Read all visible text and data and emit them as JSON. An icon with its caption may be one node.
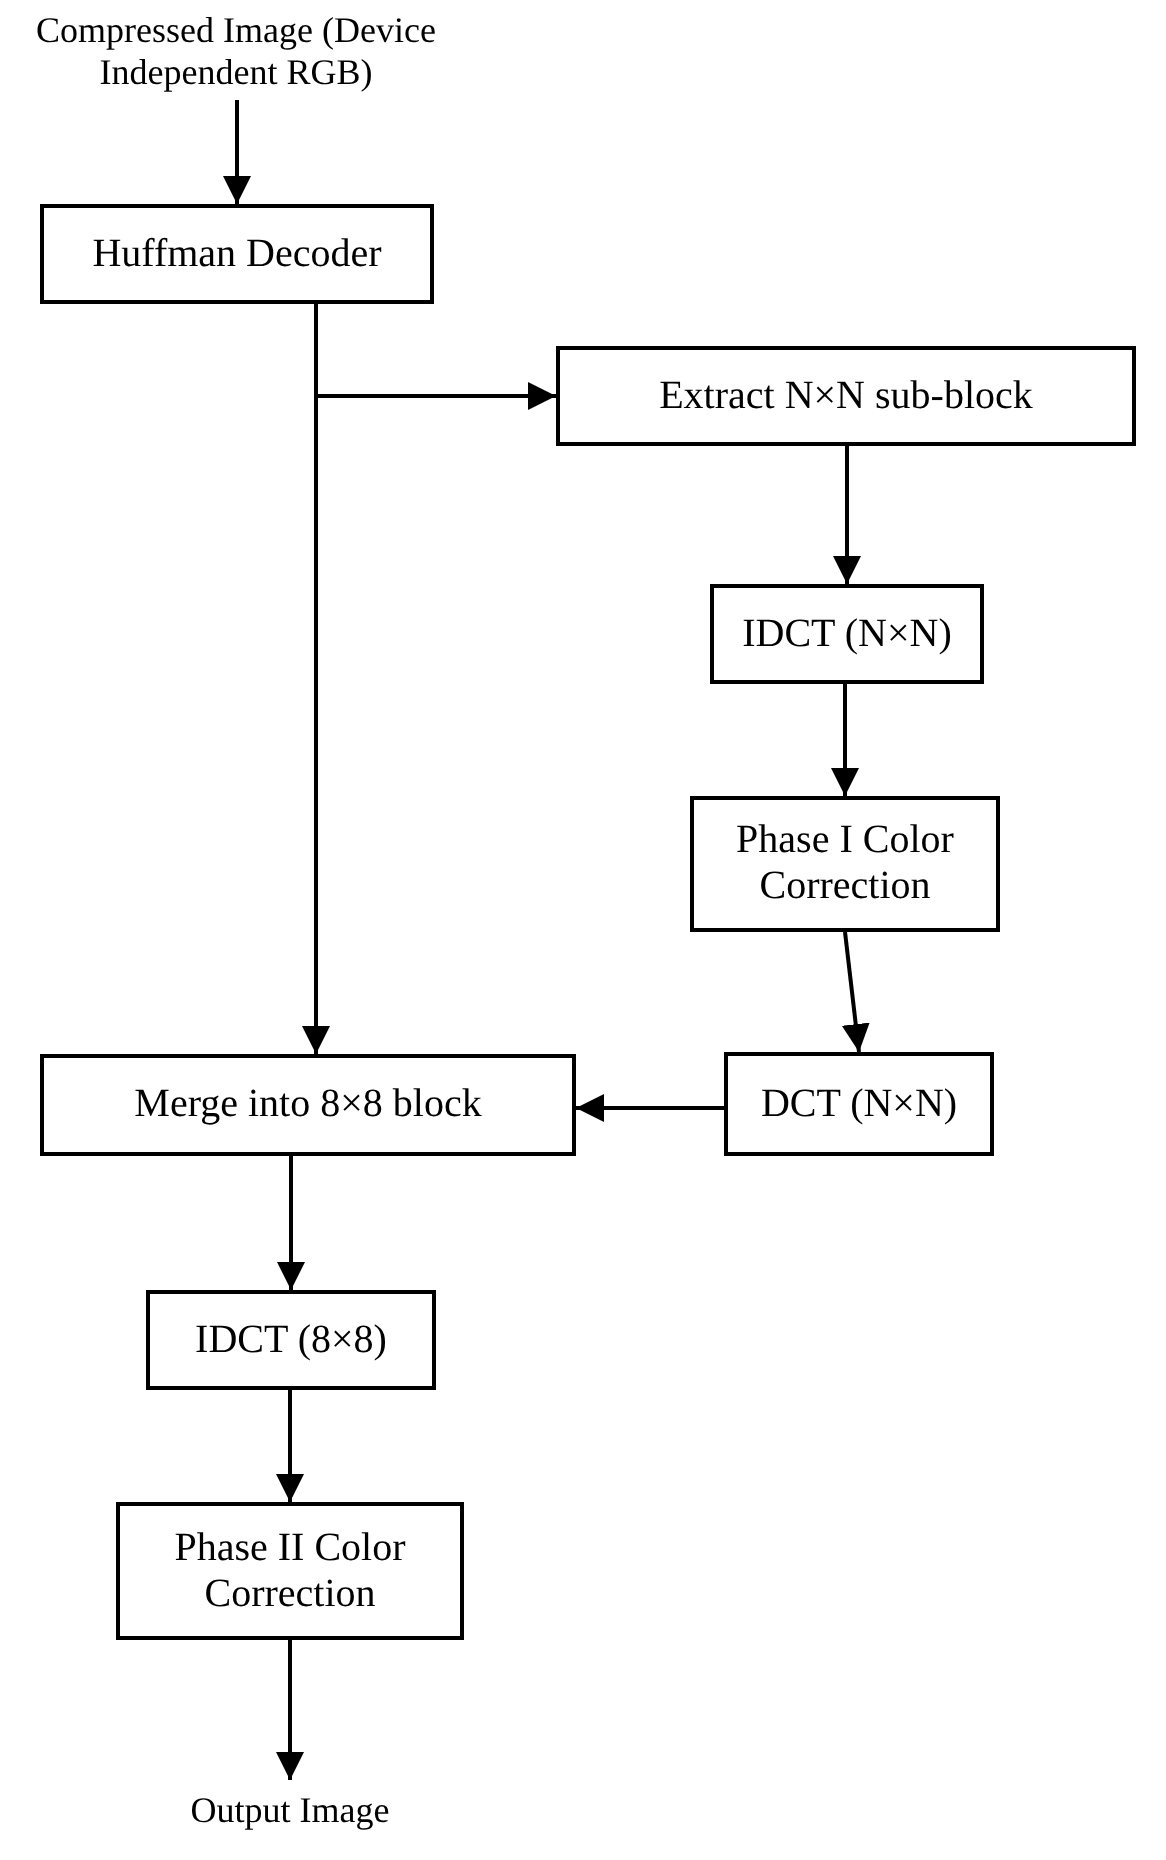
{
  "diagram": {
    "nodes": [
      {
        "text": [
          "Compressed Image (Device Independent RGB)"
        ]
      },
      {
        "text": [
          "Huffman Decoder"
        ]
      },
      {
        "text": [
          "Extract N×N sub-block"
        ]
      },
      {
        "text": [
          "IDCT (N×N)"
        ]
      },
      {
        "text": [
          "Phase I Color Correction"
        ]
      },
      {
        "text": [
          "DCT (N×N)"
        ]
      },
      {
        "text": [
          "Merge into 8×8 block"
        ]
      },
      {
        "text": [
          "IDCT (8×8)"
        ]
      },
      {
        "text": [
          "Phase II Color Correction"
        ]
      },
      {
        "text": [
          "Output Image"
        ]
      }
    ],
    "edges": [
      {
        "from": 0,
        "to": 1,
        "arrow": "to"
      },
      {
        "from": 1,
        "to": 2,
        "arrow": "to"
      },
      {
        "from": 1,
        "to": 6,
        "arrow": "to"
      },
      {
        "from": 2,
        "to": 3,
        "arrow": "to"
      },
      {
        "from": 3,
        "to": 4,
        "arrow": "to"
      },
      {
        "from": 4,
        "to": 5,
        "arrow": "to"
      },
      {
        "from": 5,
        "to": 6,
        "arrow": "to"
      },
      {
        "from": 6,
        "to": 7,
        "arrow": "to"
      },
      {
        "from": 7,
        "to": 8,
        "arrow": "to"
      },
      {
        "from": 8,
        "to": 9,
        "arrow": "to"
      }
    ]
  }
}
